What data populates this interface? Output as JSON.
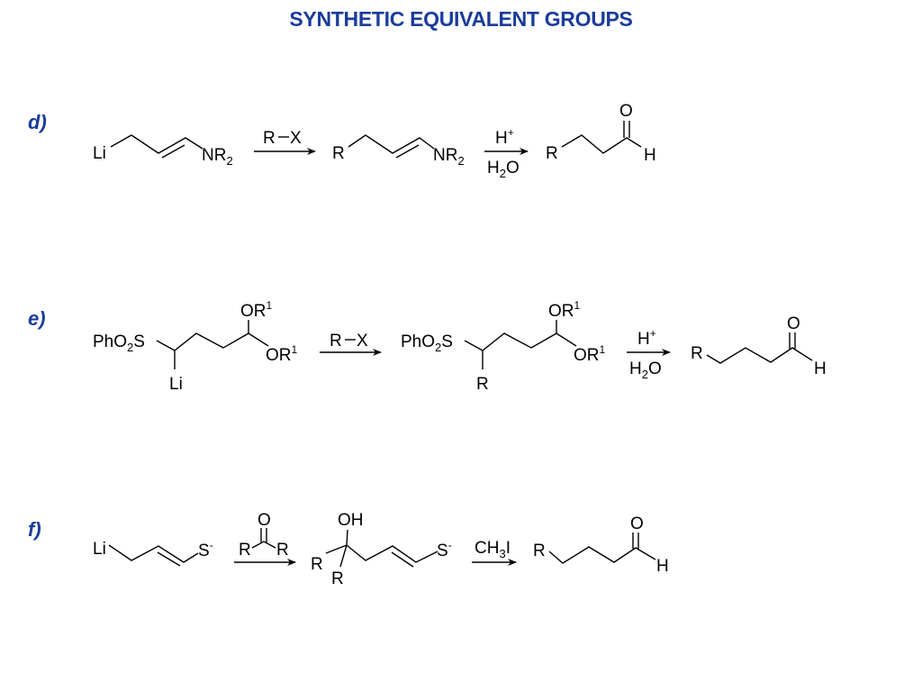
{
  "title": "SYNTHETIC EQUIVALENT GROUPS",
  "colors": {
    "title": "#1a3c9a",
    "label": "#1a3c9a",
    "ink": "#000000"
  },
  "schemes": [
    {
      "label": "d)",
      "start": {
        "left": "Li",
        "right": "NR",
        "right_sub": "2"
      },
      "step1": {
        "reagent": "R",
        "reagent_bond": "–",
        "reagent2": "X"
      },
      "intermediate": {
        "left": "R",
        "right": "NR",
        "right_sub": "2"
      },
      "step2": {
        "top": "H",
        "top_sup": "+",
        "bottom": "H",
        "bottom_sub": "2",
        "bottom_end": "O"
      },
      "product": {
        "left": "R",
        "carbonyl_o": "O",
        "aldehyde_h": "H"
      }
    },
    {
      "label": "e)",
      "start": {
        "left": "PhO",
        "left_sub": "2",
        "left_end": "S",
        "below": "Li",
        "or_top": "OR",
        "or_top_sup": "1",
        "or_bottom": "OR",
        "or_bottom_sup": "1"
      },
      "step1": {
        "reagent": "R",
        "reagent_bond": "–",
        "reagent2": "X"
      },
      "intermediate": {
        "left": "PhO",
        "left_sub": "2",
        "left_end": "S",
        "below": "R",
        "or_top": "OR",
        "or_top_sup": "1",
        "or_bottom": "OR",
        "or_bottom_sup": "1"
      },
      "step2": {
        "top": "H",
        "top_sup": "+",
        "bottom": "H",
        "bottom_sub": "2",
        "bottom_end": "O"
      },
      "product": {
        "left": "R",
        "carbonyl_o": "O",
        "aldehyde_h": "H"
      }
    },
    {
      "label": "f)",
      "start": {
        "left": "Li",
        "right": "S",
        "right_sup": "-"
      },
      "step1": {
        "ketone_o": "O",
        "ketone_r1": "R",
        "ketone_r2": "R"
      },
      "intermediate": {
        "oh": "OH",
        "r_left": "R",
        "r_below": "R",
        "right": "S",
        "right_sup": "-"
      },
      "step2": {
        "reagent": "CH",
        "reagent_sub": "3",
        "reagent_end": "I"
      },
      "product": {
        "left": "R",
        "carbonyl_o": "O",
        "aldehyde_h": "H"
      }
    }
  ]
}
